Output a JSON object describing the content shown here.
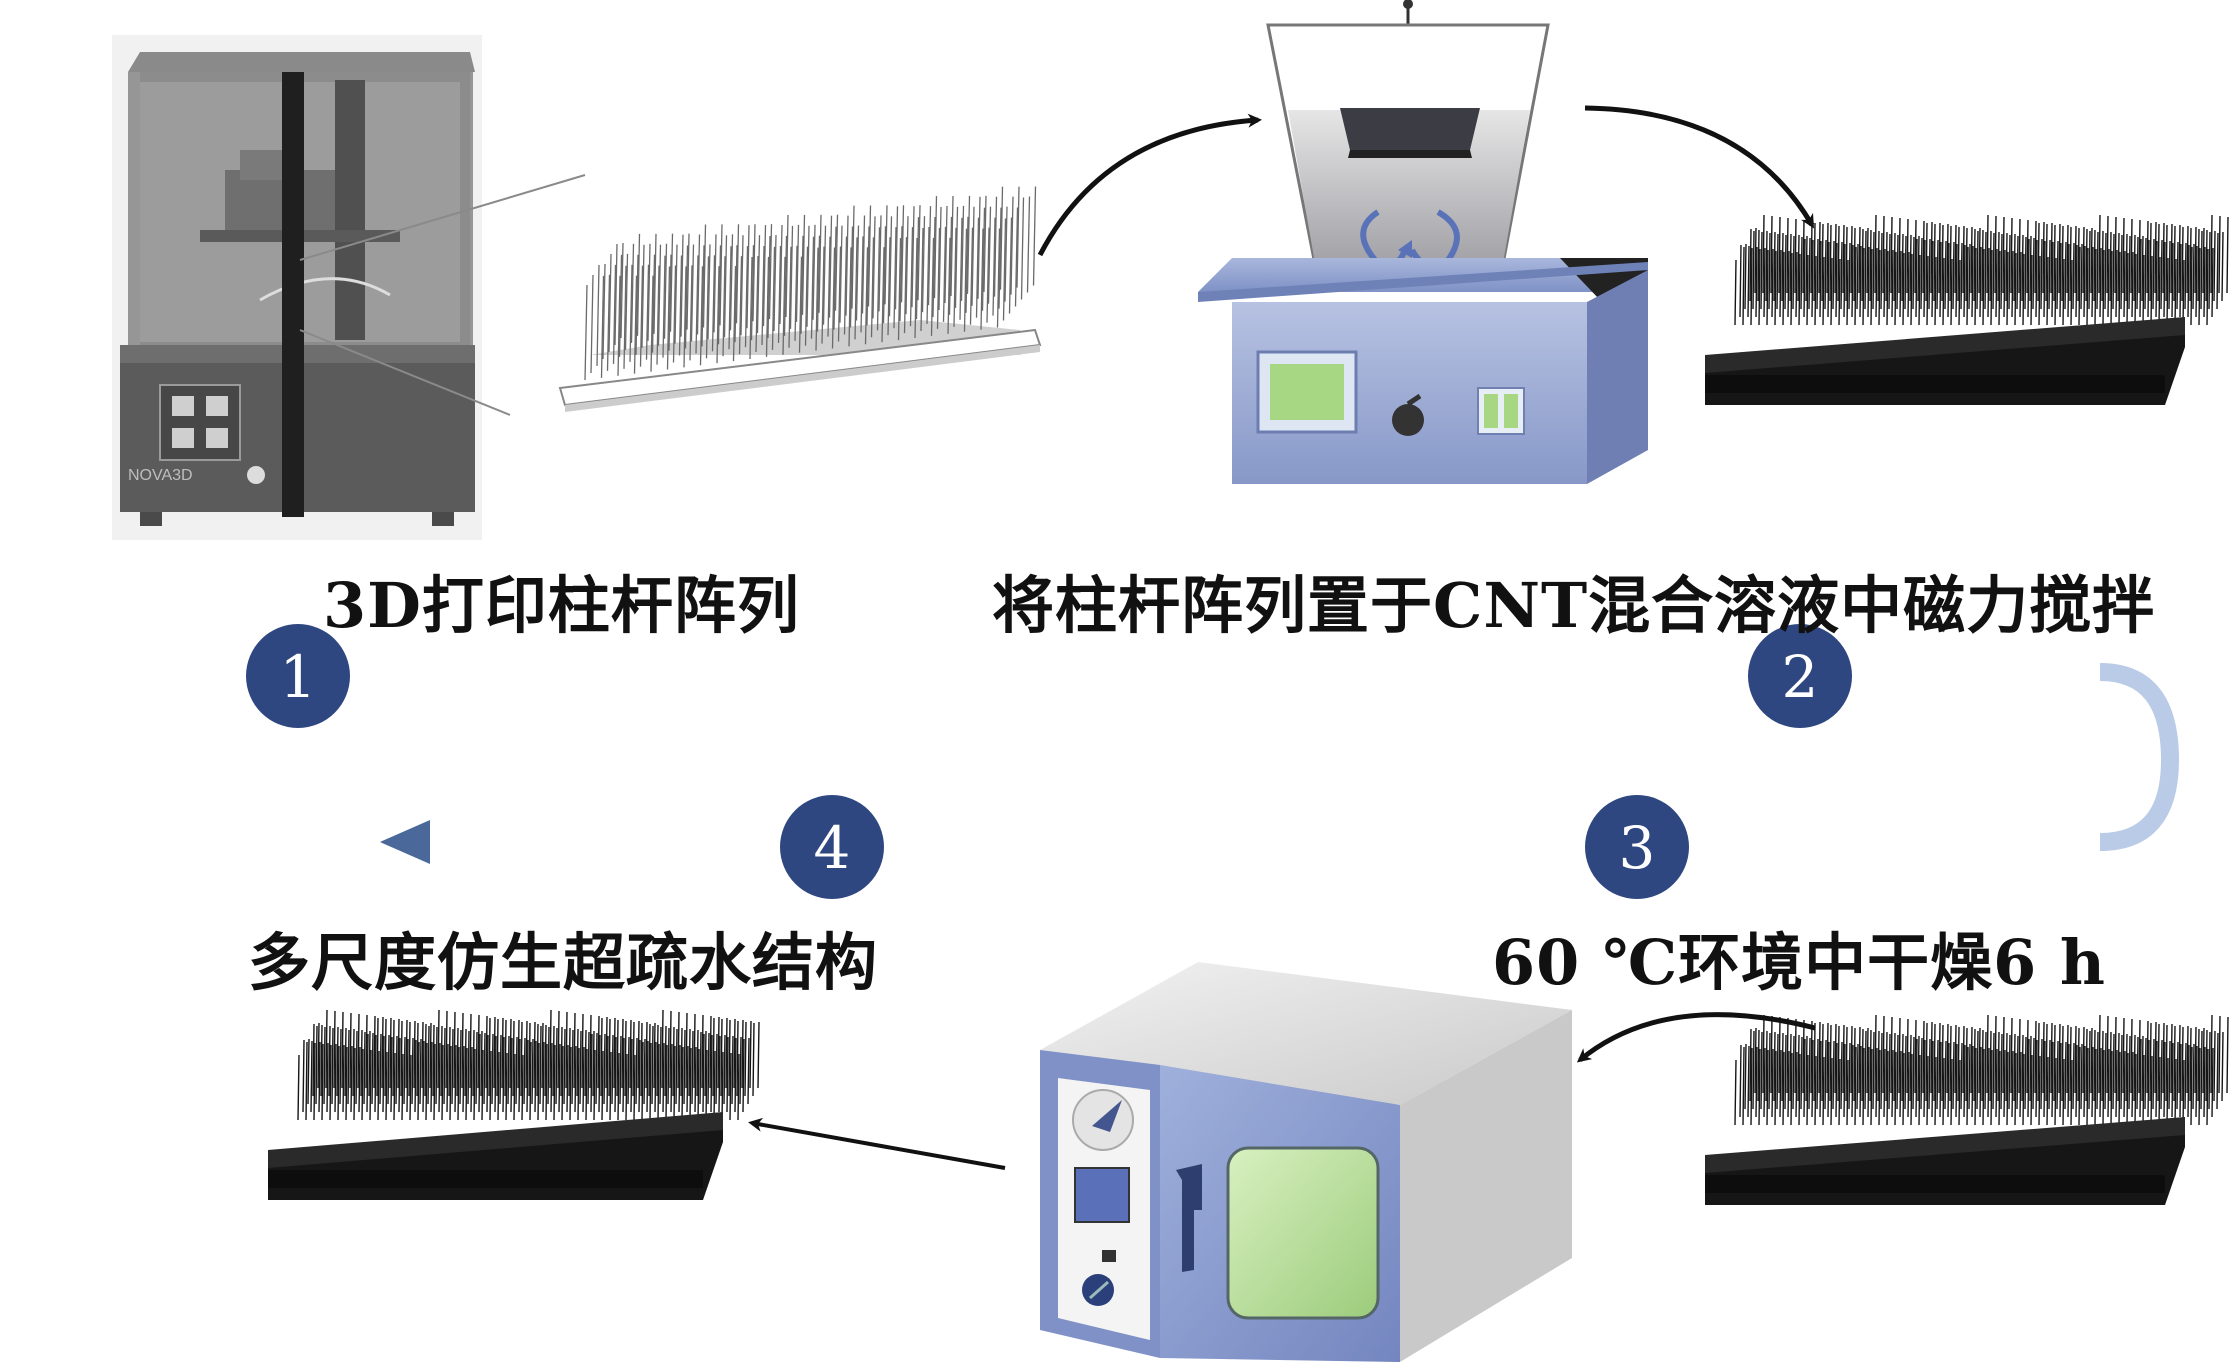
{
  "diagram": {
    "steps": [
      {
        "number": "1",
        "label": "3D打印柱杆阵列"
      },
      {
        "number": "2",
        "label": "将柱杆阵列置于CNT混合溶液中磁力搅拌"
      },
      {
        "number": "3",
        "label": "60 ℃环境中干燥6 h"
      },
      {
        "number": "4",
        "label": "多尺度仿生超疏水结构"
      }
    ],
    "printer_brand": "NOVA3D"
  },
  "colors": {
    "timeline": "#5877a8",
    "step_circle": "#2f4780",
    "device_blue": "#8a9ccc",
    "screen_green": "#b8dd9a",
    "array_black": "#161616"
  }
}
